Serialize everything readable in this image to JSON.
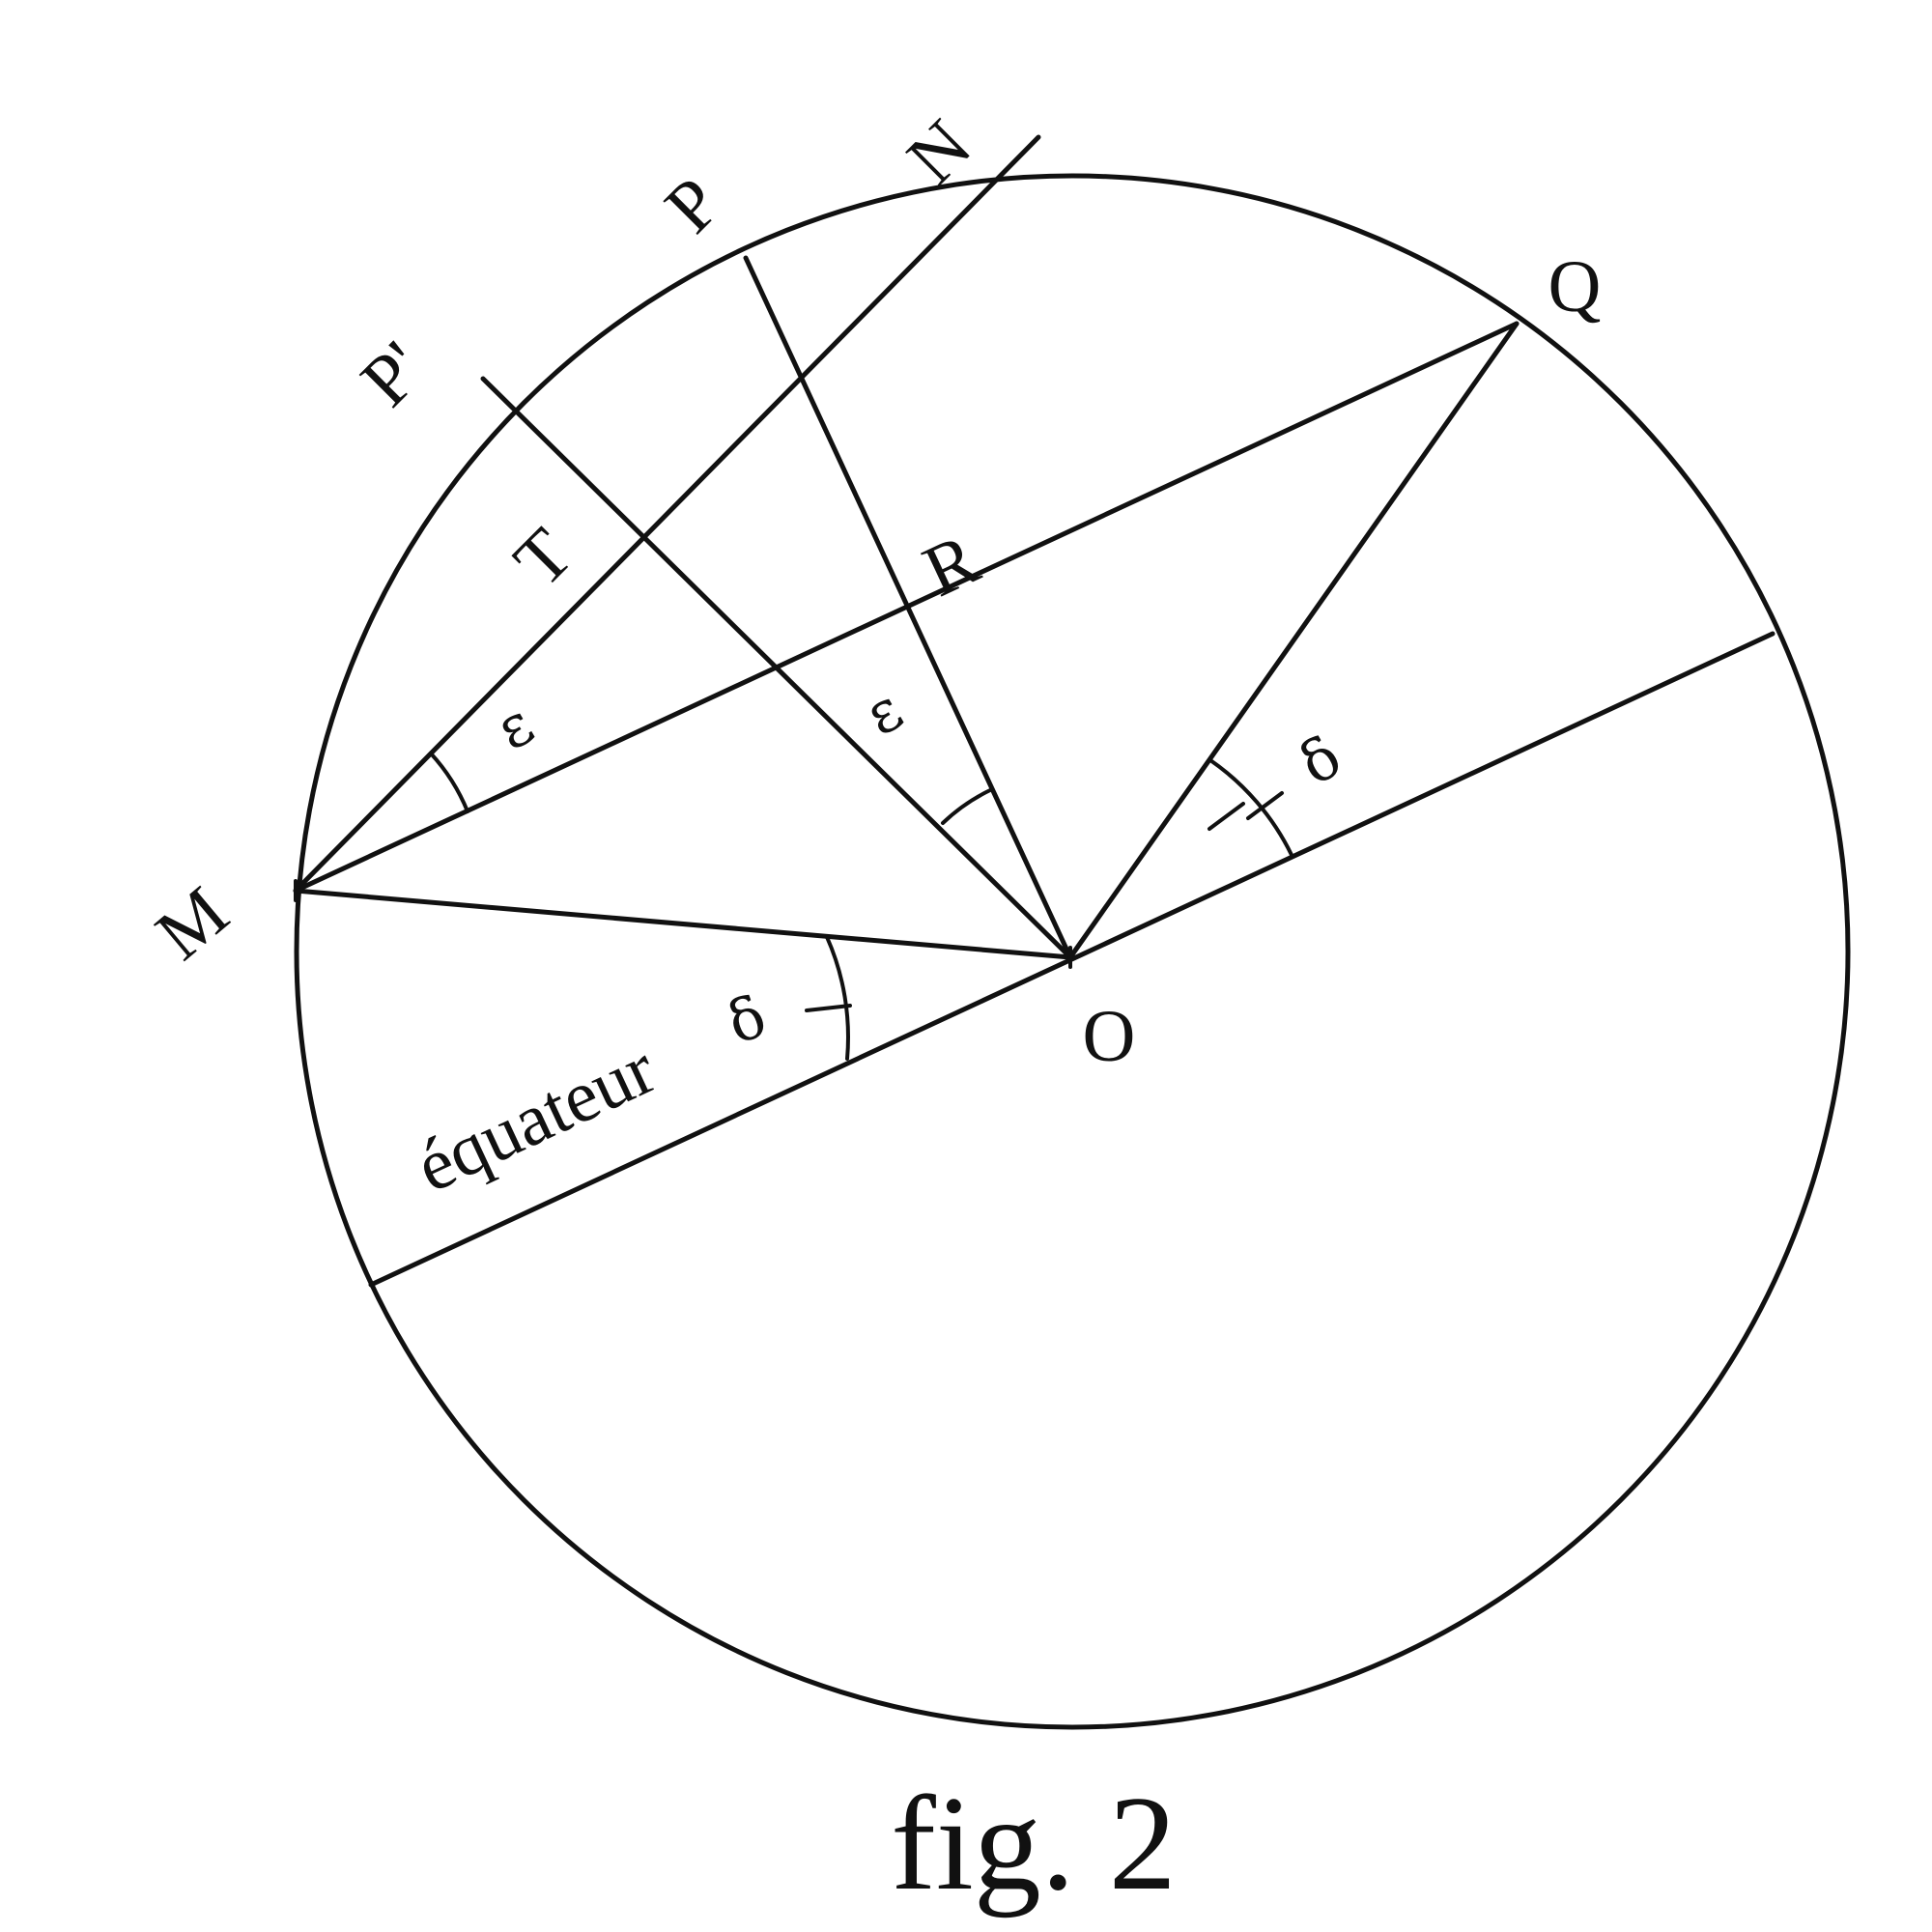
{
  "points": {
    "M": "M",
    "N": "N",
    "P": "P",
    "P_prime": "P'",
    "Q": "Q",
    "T": "T",
    "R": "R",
    "O": "O"
  },
  "angles": {
    "epsilon": "ε",
    "delta": "δ"
  },
  "equator_label": "équateur",
  "caption": "fig. 2"
}
